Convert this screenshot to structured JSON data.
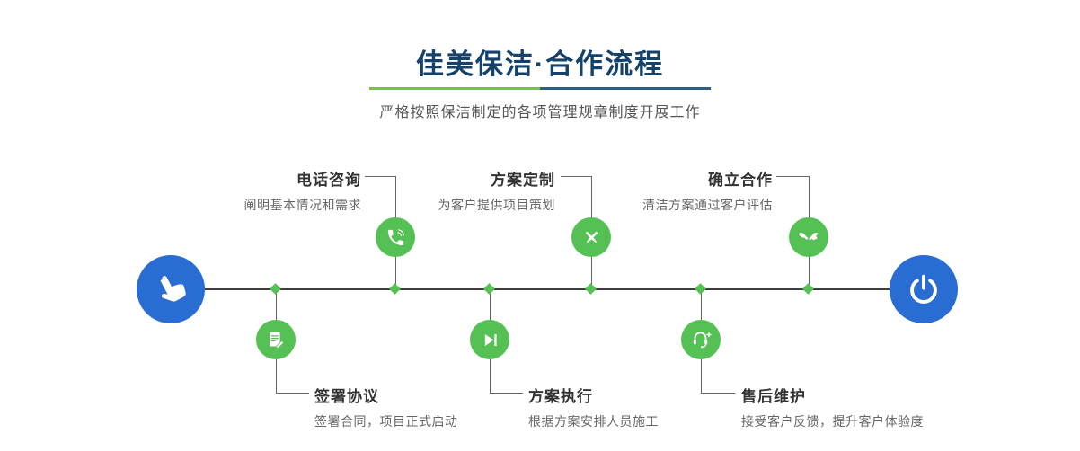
{
  "header": {
    "title": "佳美保洁·合作流程",
    "subtitle": "严格按照保洁制定的各项管理规章制度开展工作"
  },
  "timeline": {
    "start_icon": "hand-pointer-icon",
    "end_icon": "power-icon"
  },
  "steps": {
    "top": [
      {
        "title": "电话咨询",
        "desc": "阐明基本情况和需求",
        "icon": "phone-icon"
      },
      {
        "title": "方案定制",
        "desc": "为客户提供项目策划",
        "icon": "pen-ruler-icon"
      },
      {
        "title": "确立合作",
        "desc": "清洁方案通过客户评估",
        "icon": "handshake-icon"
      }
    ],
    "bottom": [
      {
        "title": "签署协议",
        "desc": "签署合同，项目正式启动",
        "icon": "contract-icon"
      },
      {
        "title": "方案执行",
        "desc": "根据方案安排人员施工",
        "icon": "play-icon"
      },
      {
        "title": "售后维护",
        "desc": "接受客户反馈，提升客户体验度",
        "icon": "headset-icon"
      }
    ]
  },
  "colors": {
    "accent_blue": "#2a6dd2",
    "accent_green": "#55c155",
    "title_navy": "#15426b",
    "divider_green": "#7fbf3f",
    "divider_blue": "#2c5f85",
    "line_dark": "#3d3d3d"
  }
}
